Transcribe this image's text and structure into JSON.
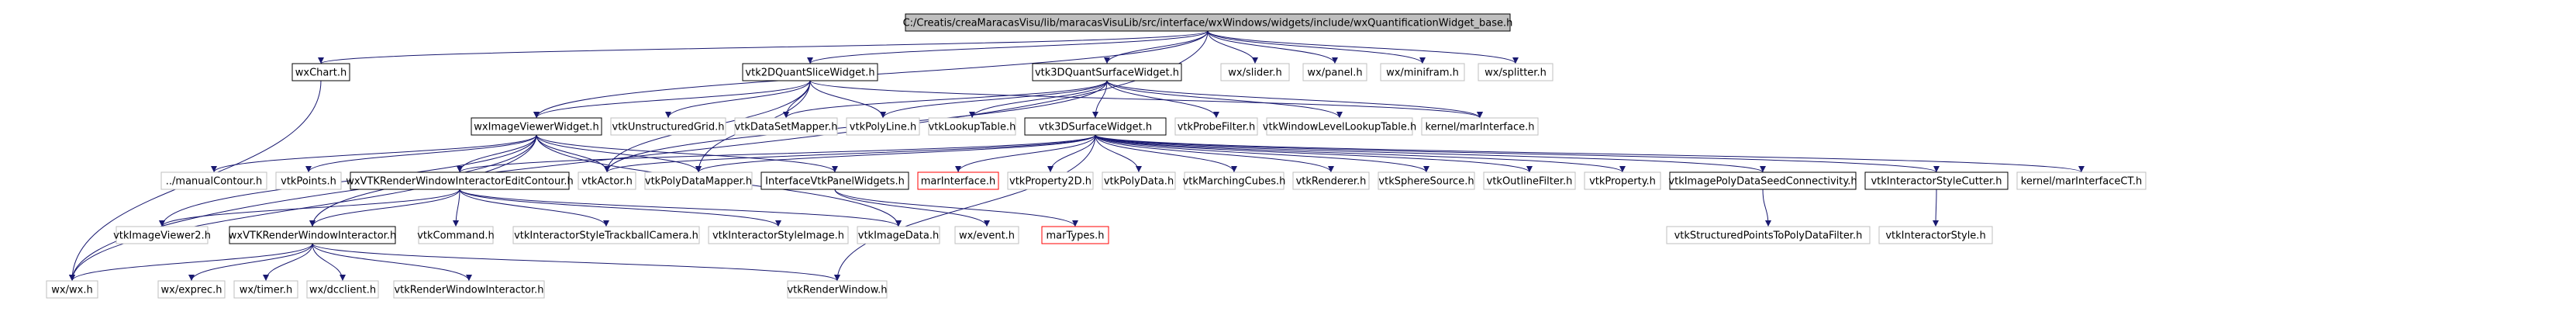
{
  "diagram": {
    "type": "include-dependency-graph",
    "edge_color": "#191970",
    "root_fill": "#bfbfbf",
    "nodes": [
      {
        "id": "root",
        "label": "C:/Creatis/creaMaracasVisu/lib/maracasVisuLib/src/interface/wxWindows/widgets/include/wxQuantificationWidget_base.h",
        "kind": "root"
      },
      {
        "id": "wxChart",
        "label": "wxChart.h",
        "kind": "documented"
      },
      {
        "id": "vtk2DQuantSlice",
        "label": "vtk2DQuantSliceWidget.h",
        "kind": "documented"
      },
      {
        "id": "vtk3DQuantSurface",
        "label": "vtk3DQuantSurfaceWidget.h",
        "kind": "documented"
      },
      {
        "id": "wxslider",
        "label": "wx/slider.h",
        "kind": "external"
      },
      {
        "id": "wxpanel",
        "label": "wx/panel.h",
        "kind": "external"
      },
      {
        "id": "wxminifram",
        "label": "wx/minifram.h",
        "kind": "external"
      },
      {
        "id": "wxsplitter",
        "label": "wx/splitter.h",
        "kind": "external"
      },
      {
        "id": "wxImageViewer",
        "label": "wxImageViewerWidget.h",
        "kind": "documented"
      },
      {
        "id": "vtkUnstructuredGrid",
        "label": "vtkUnstructuredGrid.h",
        "kind": "external"
      },
      {
        "id": "vtkDataSetMapper",
        "label": "vtkDataSetMapper.h",
        "kind": "external"
      },
      {
        "id": "vtkPolyLine",
        "label": "vtkPolyLine.h",
        "kind": "external"
      },
      {
        "id": "vtkLookupTable",
        "label": "vtkLookupTable.h",
        "kind": "external"
      },
      {
        "id": "vtk3DSurface",
        "label": "vtk3DSurfaceWidget.h",
        "kind": "documented"
      },
      {
        "id": "vtkProbeFilter",
        "label": "vtkProbeFilter.h",
        "kind": "external"
      },
      {
        "id": "vtkWindowLevelLookupTable",
        "label": "vtkWindowLevelLookupTable.h",
        "kind": "external"
      },
      {
        "id": "kernelMarInterface",
        "label": "kernel/marInterface.h",
        "kind": "external"
      },
      {
        "id": "manualContour",
        "label": "../manualContour.h",
        "kind": "external"
      },
      {
        "id": "vtkPoints",
        "label": "vtkPoints.h",
        "kind": "external"
      },
      {
        "id": "wxVTKRWIEditContour",
        "label": "wxVTKRenderWindowInteractorEditContour.h",
        "kind": "documented"
      },
      {
        "id": "vtkActor",
        "label": "vtkActor.h",
        "kind": "external"
      },
      {
        "id": "vtkPolyDataMapper",
        "label": "vtkPolyDataMapper.h",
        "kind": "external"
      },
      {
        "id": "interfaceVtkPanel",
        "label": "InterfaceVtkPanelWidgets.h",
        "kind": "documented"
      },
      {
        "id": "marInterface",
        "label": "marInterface.h",
        "kind": "missing"
      },
      {
        "id": "vtkProperty2D",
        "label": "vtkProperty2D.h",
        "kind": "external"
      },
      {
        "id": "vtkPolyData",
        "label": "vtkPolyData.h",
        "kind": "external"
      },
      {
        "id": "vtkMarchingCubes",
        "label": "vtkMarchingCubes.h",
        "kind": "external"
      },
      {
        "id": "vtkRenderer",
        "label": "vtkRenderer.h",
        "kind": "external"
      },
      {
        "id": "vtkSphereSource",
        "label": "vtkSphereSource.h",
        "kind": "external"
      },
      {
        "id": "vtkOutlineFilter",
        "label": "vtkOutlineFilter.h",
        "kind": "external"
      },
      {
        "id": "vtkProperty",
        "label": "vtkProperty.h",
        "kind": "external"
      },
      {
        "id": "vtkImagePolyDataSeed",
        "label": "vtkImagePolyDataSeedConnectivity.h",
        "kind": "documented"
      },
      {
        "id": "vtkInteractorStyleCutter",
        "label": "vtkInteractorStyleCutter.h",
        "kind": "documented"
      },
      {
        "id": "kernelMarInterfaceCT",
        "label": "kernel/marInterfaceCT.h",
        "kind": "external"
      },
      {
        "id": "vtkImageViewer2",
        "label": "vtkImageViewer2.h",
        "kind": "external"
      },
      {
        "id": "wxVTKRWI",
        "label": "wxVTKRenderWindowInteractor.h",
        "kind": "documented"
      },
      {
        "id": "vtkCommand",
        "label": "vtkCommand.h",
        "kind": "external"
      },
      {
        "id": "vtkISTrackballCamera",
        "label": "vtkInteractorStyleTrackballCamera.h",
        "kind": "external"
      },
      {
        "id": "vtkISImage",
        "label": "vtkInteractorStyleImage.h",
        "kind": "external"
      },
      {
        "id": "vtkImageData",
        "label": "vtkImageData.h",
        "kind": "external"
      },
      {
        "id": "wxevent",
        "label": "wx/event.h",
        "kind": "external"
      },
      {
        "id": "marTypes",
        "label": "marTypes.h",
        "kind": "missing"
      },
      {
        "id": "vtkSPToPolyData",
        "label": "vtkStructuredPointsToPolyDataFilter.h",
        "kind": "external"
      },
      {
        "id": "vtkInteractorStyle",
        "label": "vtkInteractorStyle.h",
        "kind": "external"
      },
      {
        "id": "wxwx",
        "label": "wx/wx.h",
        "kind": "external"
      },
      {
        "id": "wxexprec",
        "label": "wx/exprec.h",
        "kind": "external"
      },
      {
        "id": "wxtimer",
        "label": "wx/timer.h",
        "kind": "external"
      },
      {
        "id": "wxdcclient",
        "label": "wx/dcclient.h",
        "kind": "external"
      },
      {
        "id": "vtkRWI",
        "label": "vtkRenderWindowInteractor.h",
        "kind": "external"
      },
      {
        "id": "vtkRenderWindow",
        "label": "vtkRenderWindow.h",
        "kind": "external"
      }
    ],
    "edges": [
      [
        "root",
        "wxChart"
      ],
      [
        "root",
        "vtk2DQuantSlice"
      ],
      [
        "root",
        "vtk3DQuantSurface"
      ],
      [
        "root",
        "wxslider"
      ],
      [
        "root",
        "wxpanel"
      ],
      [
        "root",
        "wxminifram"
      ],
      [
        "root",
        "wxsplitter"
      ],
      [
        "root",
        "wxwx"
      ],
      [
        "root",
        "wxImageViewer"
      ],
      [
        "wxChart",
        "wxwx"
      ],
      [
        "vtk2DQuantSlice",
        "wxImageViewer"
      ],
      [
        "vtk2DQuantSlice",
        "vtkUnstructuredGrid"
      ],
      [
        "vtk2DQuantSlice",
        "vtkDataSetMapper"
      ],
      [
        "vtk2DQuantSlice",
        "vtkPolyLine"
      ],
      [
        "vtk2DQuantSlice",
        "vtkActor"
      ],
      [
        "vtk2DQuantSlice",
        "vtkPolyDataMapper"
      ],
      [
        "vtk2DQuantSlice",
        "kernelMarInterface"
      ],
      [
        "vtk3DQuantSurface",
        "vtkDataSetMapper"
      ],
      [
        "vtk3DQuantSurface",
        "vtkPolyLine"
      ],
      [
        "vtk3DQuantSurface",
        "vtkLookupTable"
      ],
      [
        "vtk3DQuantSurface",
        "vtk3DSurface"
      ],
      [
        "vtk3DQuantSurface",
        "vtkProbeFilter"
      ],
      [
        "vtk3DQuantSurface",
        "vtkWindowLevelLookupTable"
      ],
      [
        "vtk3DQuantSurface",
        "kernelMarInterface"
      ],
      [
        "vtk3DQuantSurface",
        "vtkActor"
      ],
      [
        "wxImageViewer",
        "manualContour"
      ],
      [
        "wxImageViewer",
        "vtkPoints"
      ],
      [
        "wxImageViewer",
        "wxVTKRWIEditContour"
      ],
      [
        "wxImageViewer",
        "vtkActor"
      ],
      [
        "wxImageViewer",
        "vtkPolyDataMapper"
      ],
      [
        "wxImageViewer",
        "interfaceVtkPanel"
      ],
      [
        "wxImageViewer",
        "vtkImageViewer2"
      ],
      [
        "wxImageViewer",
        "wxVTKRWI"
      ],
      [
        "wxImageViewer",
        "vtkImageData"
      ],
      [
        "wxImageViewer",
        "wxwx"
      ],
      [
        "vtk3DSurface",
        "marInterface"
      ],
      [
        "vtk3DSurface",
        "vtkProperty2D"
      ],
      [
        "vtk3DSurface",
        "vtkPolyData"
      ],
      [
        "vtk3DSurface",
        "vtkMarchingCubes"
      ],
      [
        "vtk3DSurface",
        "vtkRenderer"
      ],
      [
        "vtk3DSurface",
        "vtkSphereSource"
      ],
      [
        "vtk3DSurface",
        "vtkOutlineFilter"
      ],
      [
        "vtk3DSurface",
        "vtkProperty"
      ],
      [
        "vtk3DSurface",
        "vtkImagePolyDataSeed"
      ],
      [
        "vtk3DSurface",
        "vtkInteractorStyleCutter"
      ],
      [
        "vtk3DSurface",
        "kernelMarInterfaceCT"
      ],
      [
        "vtk3DSurface",
        "vtkActor"
      ],
      [
        "vtk3DSurface",
        "vtkPolyDataMapper"
      ],
      [
        "vtk3DSurface",
        "wxVTKRWIEditContour"
      ],
      [
        "vtk3DSurface",
        "vtkRenderWindow"
      ],
      [
        "wxVTKRWIEditContour",
        "vtkImageViewer2"
      ],
      [
        "wxVTKRWIEditContour",
        "wxVTKRWI"
      ],
      [
        "wxVTKRWIEditContour",
        "vtkCommand"
      ],
      [
        "wxVTKRWIEditContour",
        "vtkISTrackballCamera"
      ],
      [
        "wxVTKRWIEditContour",
        "vtkISImage"
      ],
      [
        "wxVTKRWIEditContour",
        "vtkImageData"
      ],
      [
        "interfaceVtkPanel",
        "wxevent"
      ],
      [
        "interfaceVtkPanel",
        "marTypes"
      ],
      [
        "vtkImagePolyDataSeed",
        "vtkSPToPolyData"
      ],
      [
        "vtkInteractorStyleCutter",
        "vtkInteractorStyle"
      ],
      [
        "wxVTKRWI",
        "wxwx"
      ],
      [
        "wxVTKRWI",
        "wxexprec"
      ],
      [
        "wxVTKRWI",
        "wxtimer"
      ],
      [
        "wxVTKRWI",
        "wxdcclient"
      ],
      [
        "wxVTKRWI",
        "vtkRWI"
      ],
      [
        "wxVTKRWI",
        "vtkRenderWindow"
      ]
    ]
  }
}
